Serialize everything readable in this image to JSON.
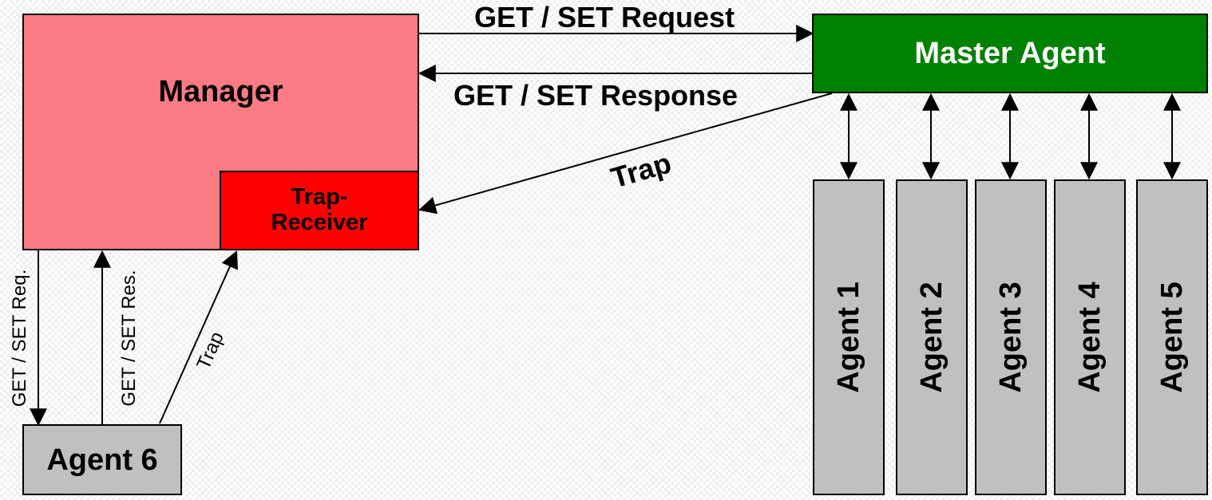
{
  "colors": {
    "manager": "#f97c84",
    "trap_receiver": "#ff0000",
    "master_agent": "#008000",
    "agent": "#c0c0c0"
  },
  "manager": {
    "label": "Manager"
  },
  "trap_receiver": {
    "label": "Trap-\nReceiver"
  },
  "master_agent": {
    "label": "Master Agent"
  },
  "agent6": {
    "label": "Agent 6"
  },
  "agents": [
    {
      "label": "Agent 1"
    },
    {
      "label": "Agent 2"
    },
    {
      "label": "Agent 3"
    },
    {
      "label": "Agent 4"
    },
    {
      "label": "Agent 5"
    }
  ],
  "edges": {
    "request": "GET / SET Request",
    "response": "GET / SET Response",
    "trap_master": "Trap",
    "get_set_req": "GET / SET Req.",
    "get_set_res": "GET / SET Res.",
    "trap_agent6": "Trap"
  }
}
